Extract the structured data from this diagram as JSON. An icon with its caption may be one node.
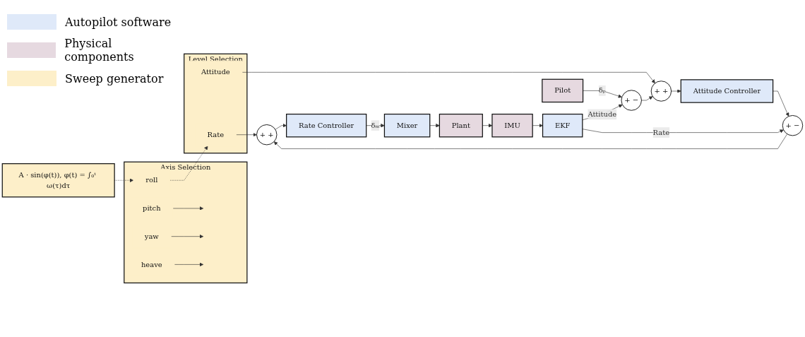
{
  "diagram": {
    "nodes": [
      {
        "text": [
          "A · sin(φ(t)), φ(t) = ∫₀ᵗ ω(τ)dτ"
        ]
      },
      {
        "text": [
          "Axis Selection"
        ]
      },
      {
        "text": [
          "pitch"
        ],
        "in": 1
      },
      {
        "text": [
          "roll"
        ],
        "in": 1
      },
      {
        "text": [
          "yaw"
        ],
        "in": 1
      },
      {
        "text": [
          "heave"
        ],
        "in": 1
      },
      {
        "text": [
          "Level Selection"
        ]
      },
      {
        "text": [
          "Attitude"
        ],
        "in": 6
      },
      {
        "text": [
          "Rate"
        ],
        "in": 6
      },
      {
        "text": [
          "Pilot"
        ]
      },
      {
        "text": [
          "+",
          "−"
        ]
      },
      {
        "text": [
          "+",
          "+"
        ]
      },
      {
        "text": [
          "Attitude Controller"
        ]
      },
      {
        "text": [
          "+",
          "−"
        ]
      },
      {
        "text": [
          "+",
          "+"
        ]
      },
      {
        "text": [
          "Rate Controller"
        ]
      },
      {
        "text": [
          "Mixer"
        ]
      },
      {
        "text": [
          "Plant"
        ]
      },
      {
        "text": [
          "IMU"
        ]
      },
      {
        "text": [
          "EKF"
        ]
      }
    ],
    "edges": [
      {
        "from": 0,
        "to": 3,
        "arrow": "to",
        "style": "dashed"
      },
      {
        "from": 2,
        "to": null,
        "arrow": "to"
      },
      {
        "from": 4,
        "to": null,
        "arrow": "to"
      },
      {
        "from": 5,
        "to": null,
        "arrow": "to"
      },
      {
        "from": 3,
        "to": 8,
        "arrow": "to",
        "style": "dashed"
      },
      {
        "from": 7,
        "to": 11,
        "arrow": "to"
      },
      {
        "from": 8,
        "to": 14,
        "arrow": "to"
      },
      {
        "from": 9,
        "to": 10,
        "label": "δₚ",
        "arrow": "to"
      },
      {
        "from": 10,
        "to": 11,
        "arrow": "to"
      },
      {
        "from": 11,
        "to": 12,
        "arrow": "to"
      },
      {
        "from": 12,
        "to": 13,
        "arrow": "to"
      },
      {
        "from": 13,
        "to": 14,
        "arrow": "to"
      },
      {
        "from": 14,
        "to": 15,
        "arrow": "to"
      },
      {
        "from": 15,
        "to": 16,
        "label": "δₘ",
        "arrow": "to"
      },
      {
        "from": 16,
        "to": 17,
        "arrow": "to"
      },
      {
        "from": 17,
        "to": 18,
        "arrow": "to"
      },
      {
        "from": 18,
        "to": 19,
        "arrow": "to"
      },
      {
        "from": 19,
        "to": 13,
        "label": "Rate",
        "arrow": "to"
      },
      {
        "from": 19,
        "to": 10,
        "label": "Attitude",
        "arrow": "to"
      }
    ],
    "legend": [
      {
        "text": "Autopilot software",
        "color": "#dfe9f9"
      },
      {
        "text": "Physical components",
        "color": "#e6d9e0"
      },
      {
        "text": "Sweep generator",
        "color": "#fdefc9"
      }
    ]
  }
}
